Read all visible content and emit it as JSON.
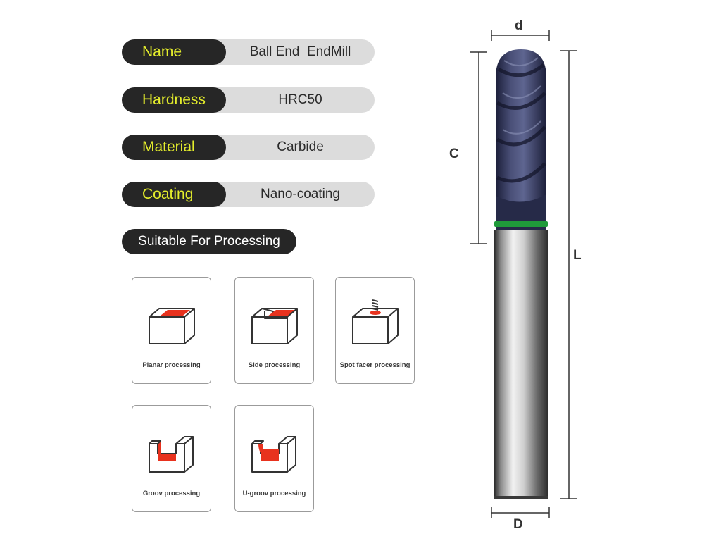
{
  "specs": [
    {
      "key": "Name",
      "value": "Ball End  EndMill"
    },
    {
      "key": "Hardness",
      "value": "HRC50"
    },
    {
      "key": "Material",
      "value": "Carbide"
    },
    {
      "key": "Coating",
      "value": "Nano-coating"
    }
  ],
  "suitable_label": "Suitable For Processing",
  "processes": [
    {
      "label": "Planar processing",
      "icon": "planar-processing-icon"
    },
    {
      "label": "Side processing",
      "icon": "side-processing-icon"
    },
    {
      "label": "Spot facer processing",
      "icon": "spot-facer-processing-icon"
    },
    {
      "label": "Groov processing",
      "icon": "groove-processing-icon"
    },
    {
      "label": "U-groov processing",
      "icon": "u-groove-processing-icon"
    }
  ],
  "dimensions": {
    "d": "d",
    "C": "C",
    "L": "L",
    "D": "D"
  },
  "colors": {
    "pill_dark": "#262626",
    "pill_light": "#dcdcdc",
    "key_text": "#e5ee2c",
    "highlight_red": "#e8321e",
    "coating_band": "#1f9a3a"
  }
}
